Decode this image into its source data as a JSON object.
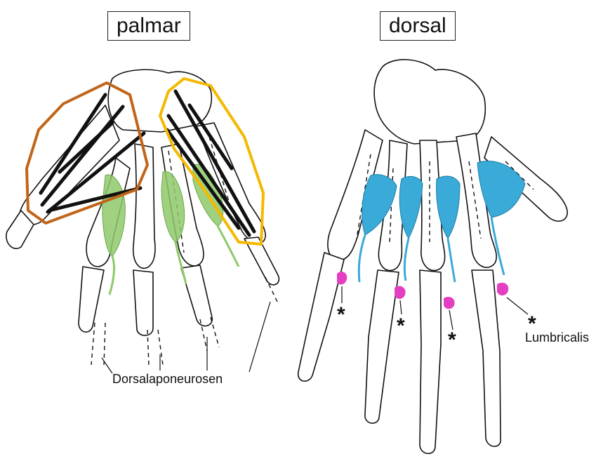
{
  "titles": {
    "palmar": "palmar",
    "dorsal": "dorsal"
  },
  "annotations": {
    "dorsalaponeurosen": "Dorsalaponeurosen",
    "lumbricalis": "Lumbricalis",
    "asterisk": "*"
  },
  "colors": {
    "palmar_interossei_green": "#8ec96a",
    "dorsal_interossei_blue": "#3aaad8",
    "lumbricalis_magenta": "#e43fc3",
    "thenar_outline_brown": "#c0651a",
    "hypothenar_outline_yellow": "#f5b800",
    "tendon_black": "#111111"
  }
}
